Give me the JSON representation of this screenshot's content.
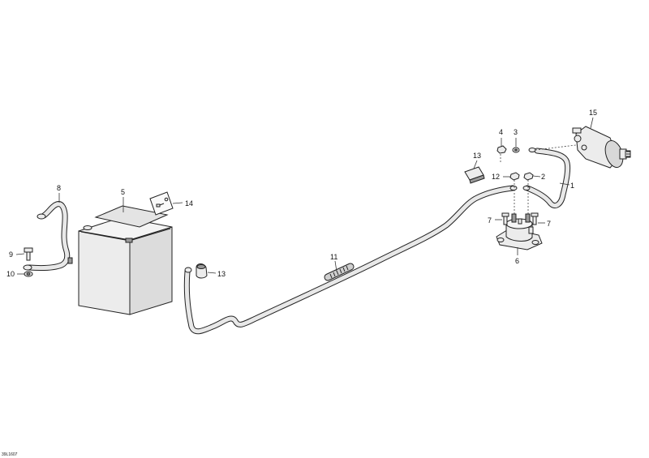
{
  "callouts": {
    "c1": "1",
    "c2": "2",
    "c3": "3",
    "c4": "4",
    "c5": "5",
    "c6": "6",
    "c7a": "7",
    "c7b": "7",
    "c8": "8",
    "c9": "9",
    "c10": "10",
    "c11": "11",
    "c12": "12",
    "c13a": "13",
    "c13b": "13",
    "c14": "14",
    "c15": "15"
  },
  "drawing_ref": "39L1607"
}
